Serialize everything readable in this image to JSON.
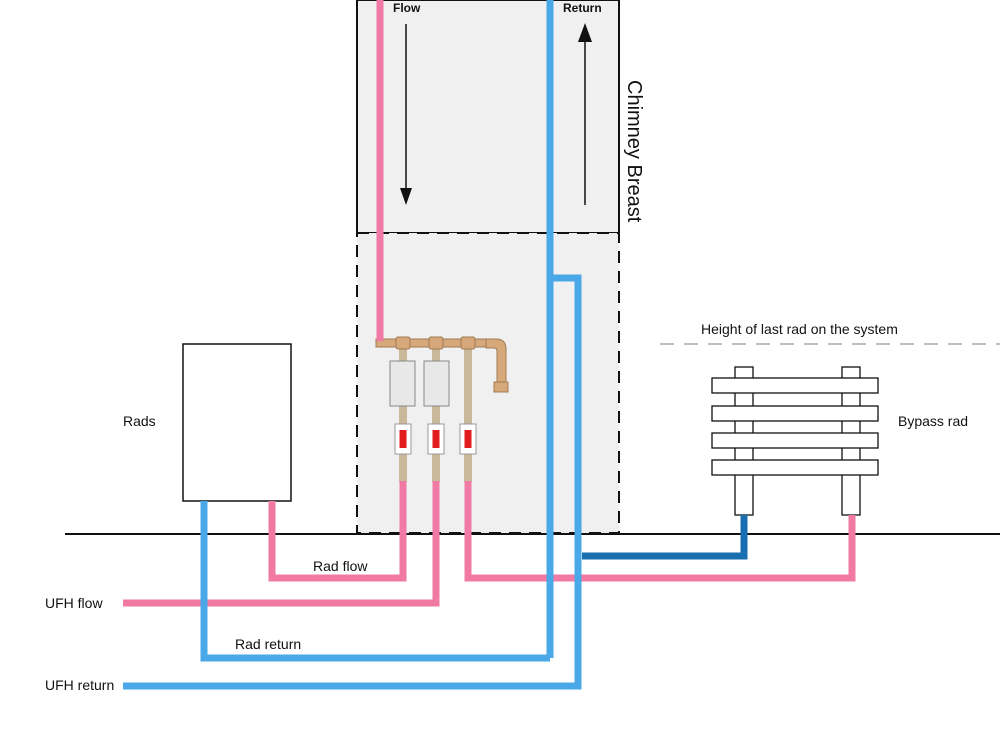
{
  "labels": {
    "flow": "Flow",
    "return": "Return",
    "chimney": "Chimney Breast",
    "last_rad_height": "Height of last rad on the system",
    "rads": "Rads",
    "bypass_rad": "Bypass rad",
    "rad_flow": "Rad flow",
    "ufh_flow": "UFH flow",
    "rad_return": "Rad return",
    "ufh_return": "UFH return"
  },
  "colors": {
    "flow_pipe": "#f07aa3",
    "return_pipe": "#4aa8e8",
    "bypass_return_pipe": "#1a6fb0",
    "copper": "#d7a87a",
    "pipe_tan": "#c9b89a",
    "valve_handle": "#e01c1c",
    "chimney_fill": "#f0f0f0"
  }
}
